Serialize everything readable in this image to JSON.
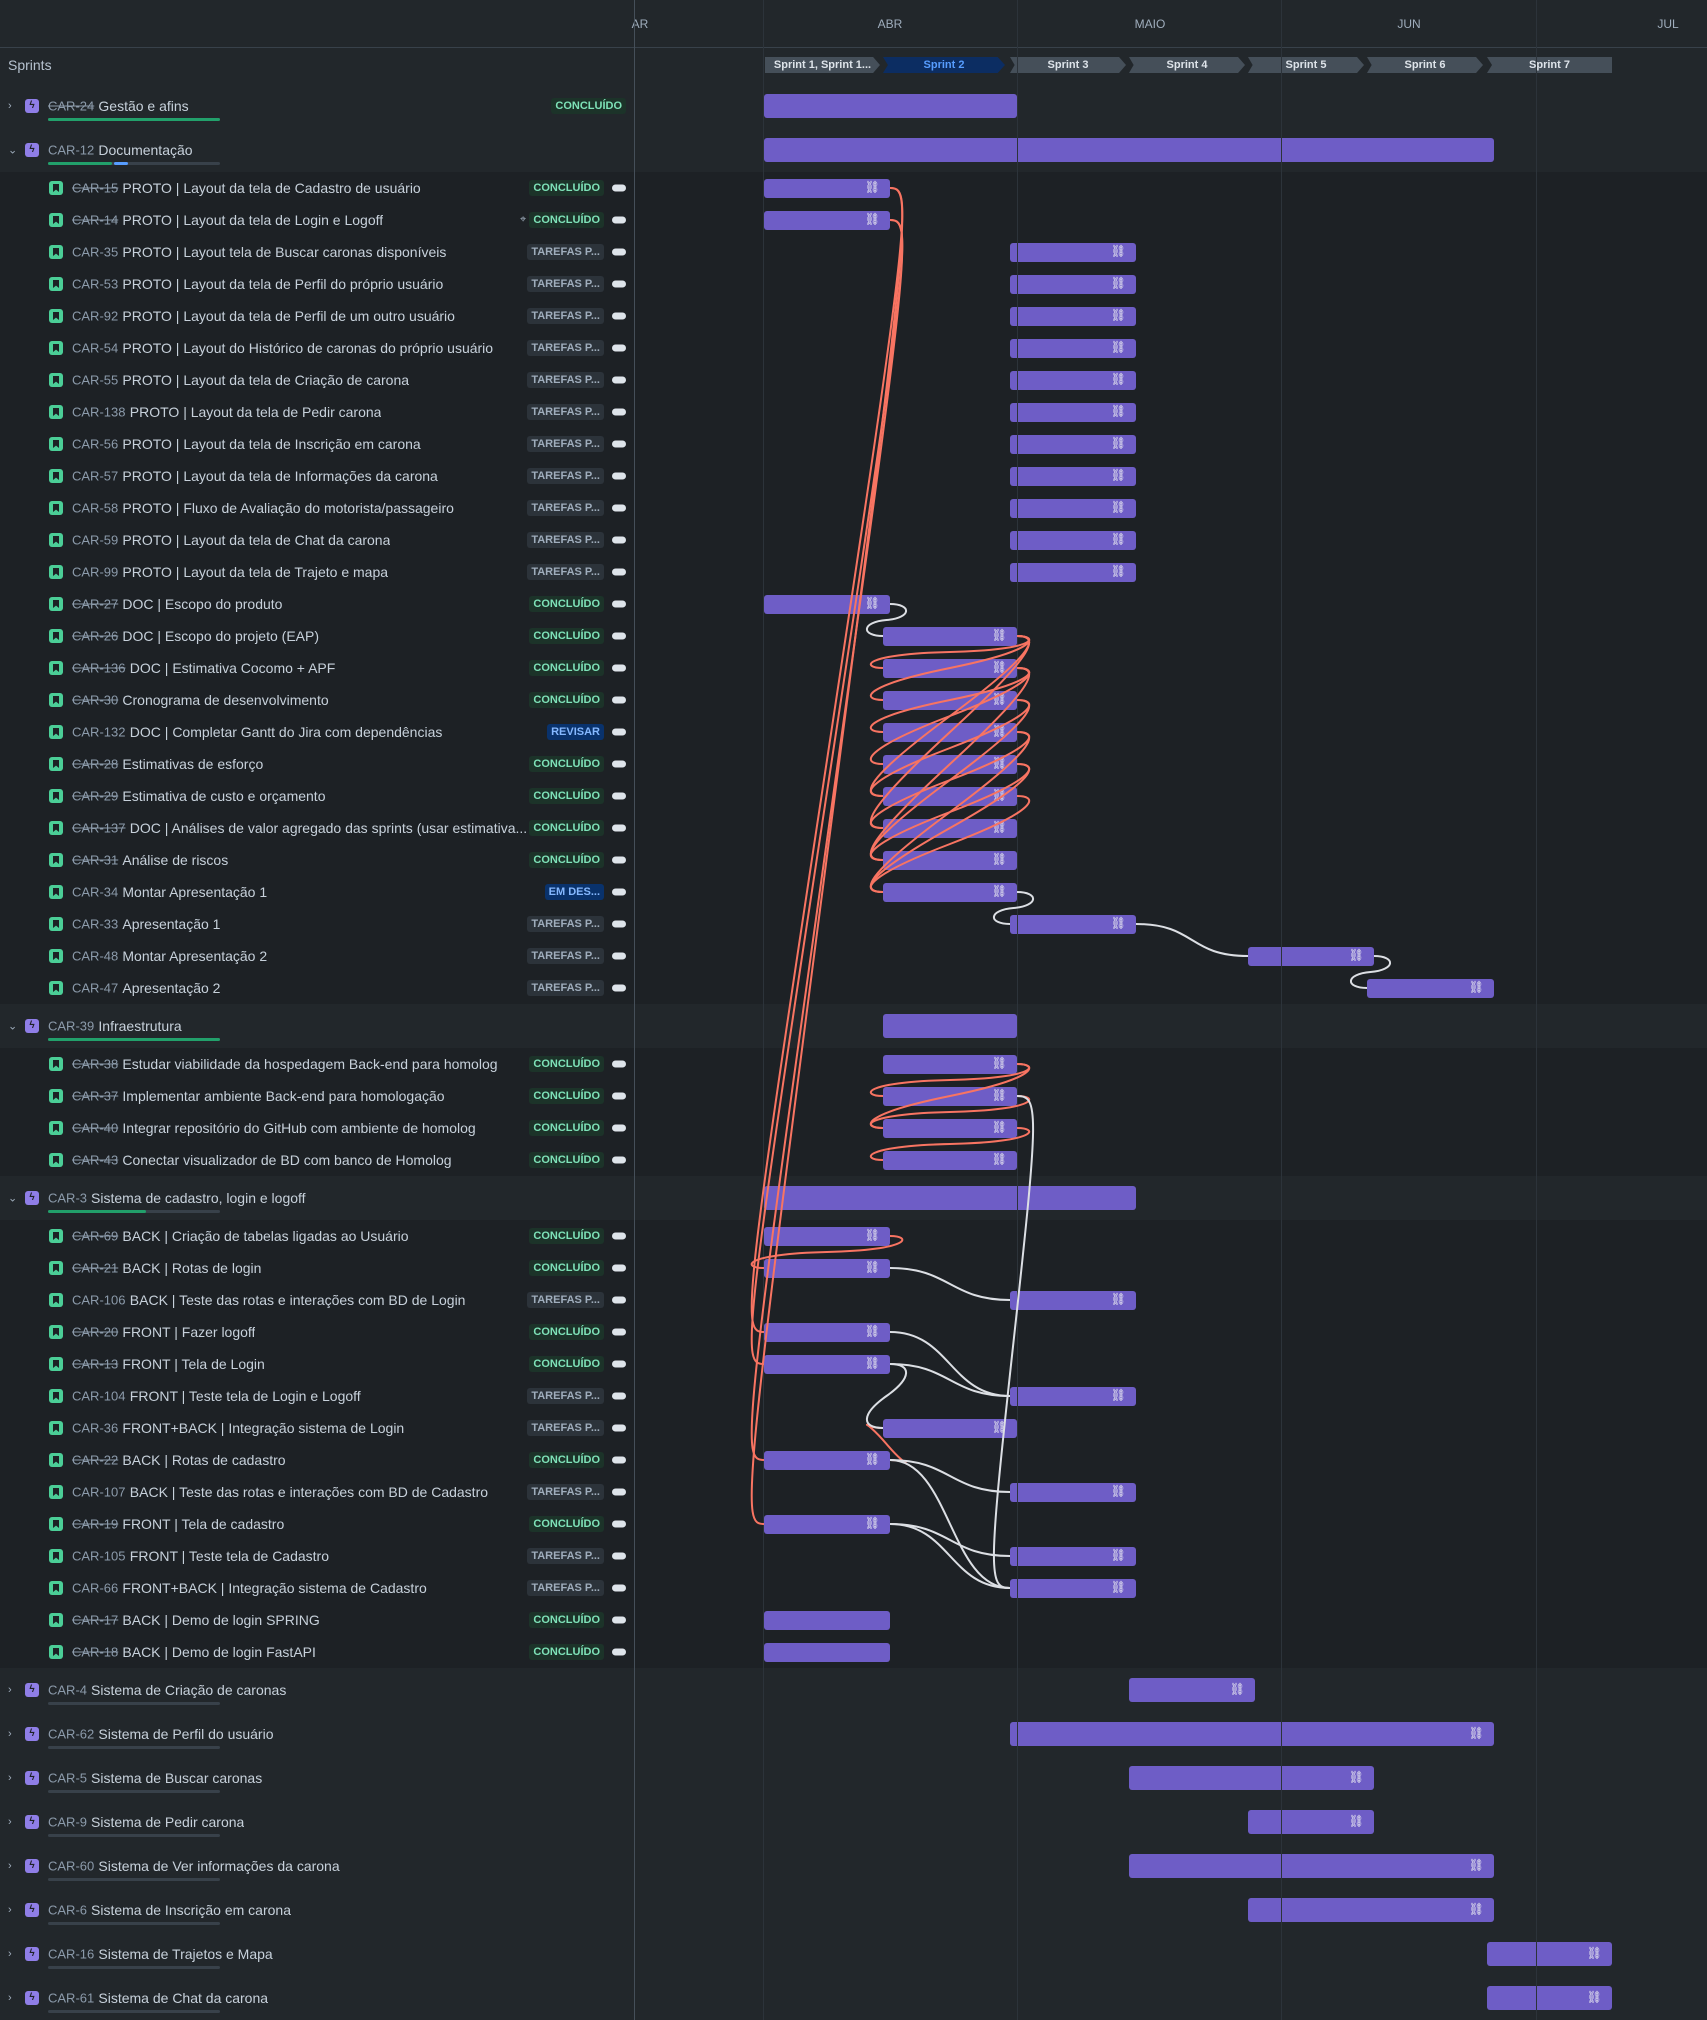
{
  "months": [
    "AR",
    "ABR",
    "MAIO",
    "JUN",
    "JUL"
  ],
  "sprints_label": "Sprints",
  "sprints": [
    {
      "label": "Sprint 1, Sprint 1...",
      "active": false
    },
    {
      "label": "Sprint 2",
      "active": true
    },
    {
      "label": "Sprint 3",
      "active": false
    },
    {
      "label": "Sprint 4",
      "active": false
    },
    {
      "label": "Sprint 5",
      "active": false
    },
    {
      "label": "Sprint 6",
      "active": false
    },
    {
      "label": "Sprint 7",
      "active": false
    }
  ],
  "link_icon": "link-icon",
  "colors": {
    "bar": "#6e5dc6",
    "dependency_ok": "#dcdfe4",
    "dependency_conflict": "#f87462",
    "done": "#4bce97"
  },
  "rows": [
    {
      "type": "epic",
      "key": "CAR-24",
      "title": "Gestão e afins",
      "status": "CONCLUÍDO",
      "expanded": false,
      "done": true
    },
    {
      "type": "epic",
      "key": "CAR-12",
      "title": "Documentação",
      "expanded": true,
      "done": false
    },
    {
      "type": "story",
      "key": "CAR-15",
      "title": "PROTO | Layout da tela de Cadastro de usuário",
      "status": "CONCLUÍDO",
      "done": true
    },
    {
      "type": "story",
      "key": "CAR-14",
      "title": "PROTO | Layout da tela de Login e Logoff",
      "status": "CONCLUÍDO",
      "done": true,
      "hier": true
    },
    {
      "type": "story",
      "key": "CAR-35",
      "title": "PROTO | Layout tela de Buscar caronas disponíveis",
      "status": "TAREFAS P...",
      "done": false
    },
    {
      "type": "story",
      "key": "CAR-53",
      "title": "PROTO | Layout da tela de Perfil do próprio usuário",
      "status": "TAREFAS P...",
      "done": false
    },
    {
      "type": "story",
      "key": "CAR-92",
      "title": "PROTO | Layout da tela de Perfil de um outro usuário",
      "status": "TAREFAS P...",
      "done": false
    },
    {
      "type": "story",
      "key": "CAR-54",
      "title": "PROTO | Layout do Histórico de caronas do próprio usuário",
      "status": "TAREFAS P...",
      "done": false
    },
    {
      "type": "story",
      "key": "CAR-55",
      "title": "PROTO | Layout da tela de Criação de carona",
      "status": "TAREFAS P...",
      "done": false
    },
    {
      "type": "story",
      "key": "CAR-138",
      "title": "PROTO | Layout da tela de Pedir carona",
      "status": "TAREFAS P...",
      "done": false
    },
    {
      "type": "story",
      "key": "CAR-56",
      "title": "PROTO | Layout da tela de Inscrição em carona",
      "status": "TAREFAS P...",
      "done": false
    },
    {
      "type": "story",
      "key": "CAR-57",
      "title": "PROTO | Layout da tela de Informações da carona",
      "status": "TAREFAS P...",
      "done": false
    },
    {
      "type": "story",
      "key": "CAR-58",
      "title": "PROTO | Fluxo de Avaliação do motorista/passageiro",
      "status": "TAREFAS P...",
      "done": false
    },
    {
      "type": "story",
      "key": "CAR-59",
      "title": "PROTO | Layout da tela de Chat da carona",
      "status": "TAREFAS P...",
      "done": false
    },
    {
      "type": "story",
      "key": "CAR-99",
      "title": "PROTO | Layout da tela de Trajeto e mapa",
      "status": "TAREFAS P...",
      "done": false
    },
    {
      "type": "story",
      "key": "CAR-27",
      "title": "DOC | Escopo do produto",
      "status": "CONCLUÍDO",
      "done": true
    },
    {
      "type": "story",
      "key": "CAR-26",
      "title": "DOC | Escopo do projeto (EAP)",
      "status": "CONCLUÍDO",
      "done": true
    },
    {
      "type": "story",
      "key": "CAR-136",
      "title": "DOC | Estimativa Cocomo + APF",
      "status": "CONCLUÍDO",
      "done": true
    },
    {
      "type": "story",
      "key": "CAR-30",
      "title": "Cronograma de desenvolvimento",
      "status": "CONCLUÍDO",
      "done": true
    },
    {
      "type": "story",
      "key": "CAR-132",
      "title": "DOC | Completar Gantt do Jira com dependências",
      "status": "REVISAR",
      "done": false
    },
    {
      "type": "story",
      "key": "CAR-28",
      "title": "Estimativas de esforço",
      "status": "CONCLUÍDO",
      "done": true
    },
    {
      "type": "story",
      "key": "CAR-29",
      "title": "Estimativa de custo e orçamento",
      "status": "CONCLUÍDO",
      "done": true
    },
    {
      "type": "story",
      "key": "CAR-137",
      "title": "DOC | Análises de valor agregado das sprints (usar estimativa...",
      "status": "CONCLUÍDO",
      "done": true
    },
    {
      "type": "story",
      "key": "CAR-31",
      "title": "Análise de riscos",
      "status": "CONCLUÍDO",
      "done": true
    },
    {
      "type": "story",
      "key": "CAR-34",
      "title": "Montar Apresentação 1",
      "status": "EM DES...",
      "done": false
    },
    {
      "type": "story",
      "key": "CAR-33",
      "title": "Apresentação 1",
      "status": "TAREFAS P...",
      "done": false
    },
    {
      "type": "story",
      "key": "CAR-48",
      "title": "Montar Apresentação 2",
      "status": "TAREFAS P...",
      "done": false
    },
    {
      "type": "story",
      "key": "CAR-47",
      "title": "Apresentação 2",
      "status": "TAREFAS P...",
      "done": false
    },
    {
      "type": "epic",
      "key": "CAR-39",
      "title": "Infraestrutura",
      "expanded": true,
      "done": false
    },
    {
      "type": "story",
      "key": "CAR-38",
      "title": "Estudar viabilidade da hospedagem Back-end para homolog",
      "status": "CONCLUÍDO",
      "done": true
    },
    {
      "type": "story",
      "key": "CAR-37",
      "title": "Implementar ambiente Back-end para homologação",
      "status": "CONCLUÍDO",
      "done": true
    },
    {
      "type": "story",
      "key": "CAR-40",
      "title": "Integrar repositório do GitHub com ambiente de homolog",
      "status": "CONCLUÍDO",
      "done": true
    },
    {
      "type": "story",
      "key": "CAR-43",
      "title": "Conectar visualizador de BD com banco de Homolog",
      "status": "CONCLUÍDO",
      "done": true
    },
    {
      "type": "epic",
      "key": "CAR-3",
      "title": "Sistema de cadastro, login e logoff",
      "expanded": true,
      "done": false
    },
    {
      "type": "story",
      "key": "CAR-69",
      "title": "BACK | Criação de tabelas ligadas ao Usuário",
      "status": "CONCLUÍDO",
      "done": true
    },
    {
      "type": "story",
      "key": "CAR-21",
      "title": "BACK | Rotas de login",
      "status": "CONCLUÍDO",
      "done": true
    },
    {
      "type": "story",
      "key": "CAR-106",
      "title": "BACK | Teste das rotas e interações com BD de Login",
      "status": "TAREFAS P...",
      "done": false
    },
    {
      "type": "story",
      "key": "CAR-20",
      "title": "FRONT | Fazer logoff",
      "status": "CONCLUÍDO",
      "done": true
    },
    {
      "type": "story",
      "key": "CAR-13",
      "title": "FRONT | Tela de Login",
      "status": "CONCLUÍDO",
      "done": true
    },
    {
      "type": "story",
      "key": "CAR-104",
      "title": "FRONT | Teste tela de Login e Logoff",
      "status": "TAREFAS P...",
      "done": false
    },
    {
      "type": "story",
      "key": "CAR-36",
      "title": "FRONT+BACK | Integração sistema de Login",
      "status": "TAREFAS P...",
      "done": false
    },
    {
      "type": "story",
      "key": "CAR-22",
      "title": "BACK | Rotas de cadastro",
      "status": "CONCLUÍDO",
      "done": true
    },
    {
      "type": "story",
      "key": "CAR-107",
      "title": "BACK | Teste das rotas e interações com BD de Cadastro",
      "status": "TAREFAS P...",
      "done": false
    },
    {
      "type": "story",
      "key": "CAR-19",
      "title": "FRONT | Tela de cadastro",
      "status": "CONCLUÍDO",
      "done": true
    },
    {
      "type": "story",
      "key": "CAR-105",
      "title": "FRONT | Teste tela de Cadastro",
      "status": "TAREFAS P...",
      "done": false
    },
    {
      "type": "story",
      "key": "CAR-66",
      "title": "FRONT+BACK | Integração sistema de Cadastro",
      "status": "TAREFAS P...",
      "done": false
    },
    {
      "type": "story",
      "key": "CAR-17",
      "title": "BACK | Demo de login SPRING",
      "status": "CONCLUÍDO",
      "done": true
    },
    {
      "type": "story",
      "key": "CAR-18",
      "title": "BACK | Demo de login FastAPI",
      "status": "CONCLUÍDO",
      "done": true
    },
    {
      "type": "epic",
      "key": "CAR-4",
      "title": "Sistema de Criação de caronas",
      "expanded": false,
      "done": false
    },
    {
      "type": "epic",
      "key": "CAR-62",
      "title": "Sistema de Perfil do usuário",
      "expanded": false,
      "done": false
    },
    {
      "type": "epic",
      "key": "CAR-5",
      "title": "Sistema de Buscar caronas",
      "expanded": false,
      "done": false
    },
    {
      "type": "epic",
      "key": "CAR-9",
      "title": "Sistema de Pedir carona",
      "expanded": false,
      "done": false
    },
    {
      "type": "epic",
      "key": "CAR-60",
      "title": "Sistema de Ver informações da carona",
      "expanded": false,
      "done": false
    },
    {
      "type": "epic",
      "key": "CAR-6",
      "title": "Sistema de Inscrição em carona",
      "expanded": false,
      "done": false
    },
    {
      "type": "epic",
      "key": "CAR-16",
      "title": "Sistema de Trajetos e Mapa",
      "expanded": false,
      "done": false
    },
    {
      "type": "epic",
      "key": "CAR-61",
      "title": "Sistema de Chat da carona",
      "expanded": false,
      "done": false
    }
  ]
}
